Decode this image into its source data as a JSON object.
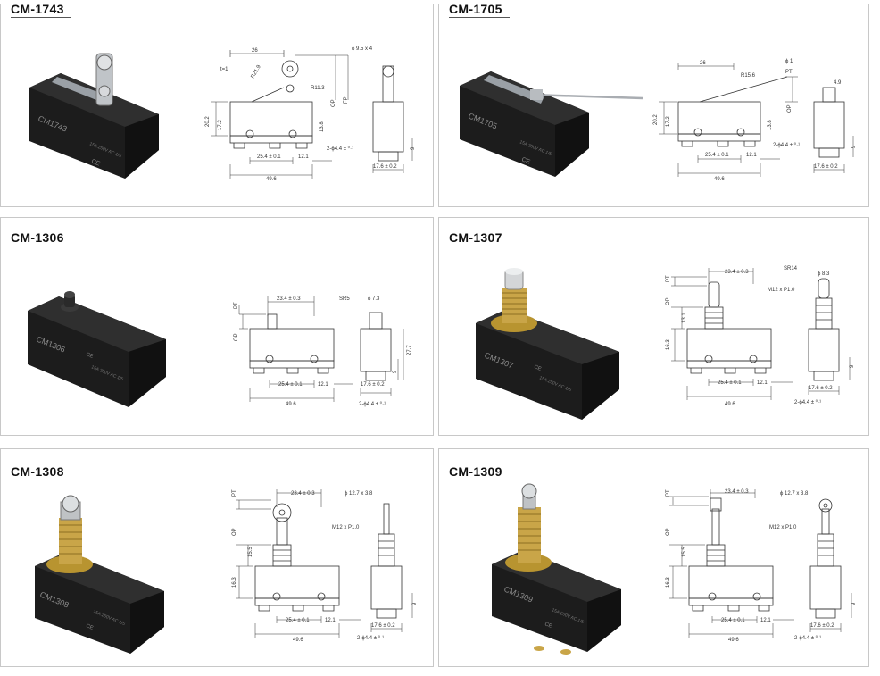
{
  "colors": {
    "border": "#c8c8c8",
    "body": "#1c1c1c",
    "brass": "#c9a548",
    "line": "#333333"
  },
  "products": [
    {
      "model": "CM-1743",
      "body_text": [
        "CM1743",
        "15A 250V AC 1/5",
        "CE"
      ],
      "dims": {
        "top": "26",
        "t": "t=1",
        "r1": "R21.9",
        "r2": "R11.3",
        "op": "OP",
        "fp": "FP",
        "h1": "20.2",
        "h2": "17.2",
        "h3": "13.8",
        "w1": "25.4 ± 0.1",
        "w2": "12.1",
        "w3": "49.6",
        "hole": "2-ϕ4.4 ± ⁰·¹",
        "side_top": "ϕ 9.5 x 4",
        "side_w": "17.6 ± 0.2",
        "side_h": "9"
      }
    },
    {
      "model": "CM-1705",
      "body_text": [
        "CM1705",
        "15A 250V AC 1/5",
        "CE"
      ],
      "dims": {
        "top": "26",
        "r1": "R15.6",
        "phi": "ϕ 1",
        "pt": "PT",
        "op": "OP",
        "h1": "20.2",
        "h2": "17.2",
        "h3": "13.8",
        "w1": "25.4 ± 0.1",
        "w2": "12.1",
        "w3": "49.6",
        "hole": "2-ϕ4.4 ± ⁰·¹",
        "side_top": "4.9",
        "side_w": "17.6 ± 0.2",
        "side_h": "9"
      }
    },
    {
      "model": "CM-1306",
      "body_text": [
        "CM1306",
        "15A 250V AC 1/5",
        "CE"
      ],
      "dims": {
        "top": "23.4 ± 0.3",
        "pt": "PT",
        "op": "OP",
        "sr": "SR5",
        "phi": "ϕ 7.3",
        "w1": "25.4 ± 0.1",
        "w2": "12.1",
        "w3": "49.6",
        "hole": "2-ϕ4.4 ± ⁰·¹",
        "side_w": "17.6 ± 0.2",
        "side_h": "27.7",
        "side_h2": "9"
      }
    },
    {
      "model": "CM-1307",
      "body_text": [
        "CM1307",
        "15A 250V AC 1/5",
        "CE"
      ],
      "dims": {
        "top": "23.4 ± 0.3",
        "pt": "PT",
        "op": "OP",
        "sr": "SR14",
        "phi": "ϕ 8.3",
        "thread": "M12 x P1.0",
        "h1": "13.1",
        "h2": "16.3",
        "w1": "25.4 ± 0.1",
        "w2": "12.1",
        "w3": "49.6",
        "hole": "2-ϕ4.4 ± ⁰·¹",
        "side_w": "17.6 ± 0.2",
        "side_h": "9"
      }
    },
    {
      "model": "CM-1308",
      "body_text": [
        "CM1308",
        "15A 250V AC 1/5",
        "CE"
      ],
      "dims": {
        "top": "23.4 ± 0.3",
        "pt": "PT",
        "op": "OP",
        "roller": "ϕ 12.7 x 3.8",
        "thread": "M12 x P1.0",
        "h1": "15.5",
        "h2": "16.3",
        "w1": "25.4 ± 0.1",
        "w2": "12.1",
        "w3": "49.6",
        "hole": "2-ϕ4.4 ± ⁰·¹",
        "side_w": "17.6 ± 0.2",
        "side_h": "9"
      }
    },
    {
      "model": "CM-1309",
      "body_text": [
        "CM1309",
        "15A 250V AC 1/5",
        "CE"
      ],
      "dims": {
        "top": "23.4 ± 0.3",
        "pt": "PT",
        "op": "OP",
        "roller": "ϕ 12.7 x 3.8",
        "thread": "M12 x P1.0",
        "h1": "15.5",
        "h2": "16.3",
        "w1": "25.4 ± 0.1",
        "w2": "12.1",
        "w3": "49.6",
        "hole": "2-ϕ4.4 ± ⁰·¹",
        "side_w": "17.6 ± 0.2",
        "side_h": "9"
      }
    }
  ]
}
